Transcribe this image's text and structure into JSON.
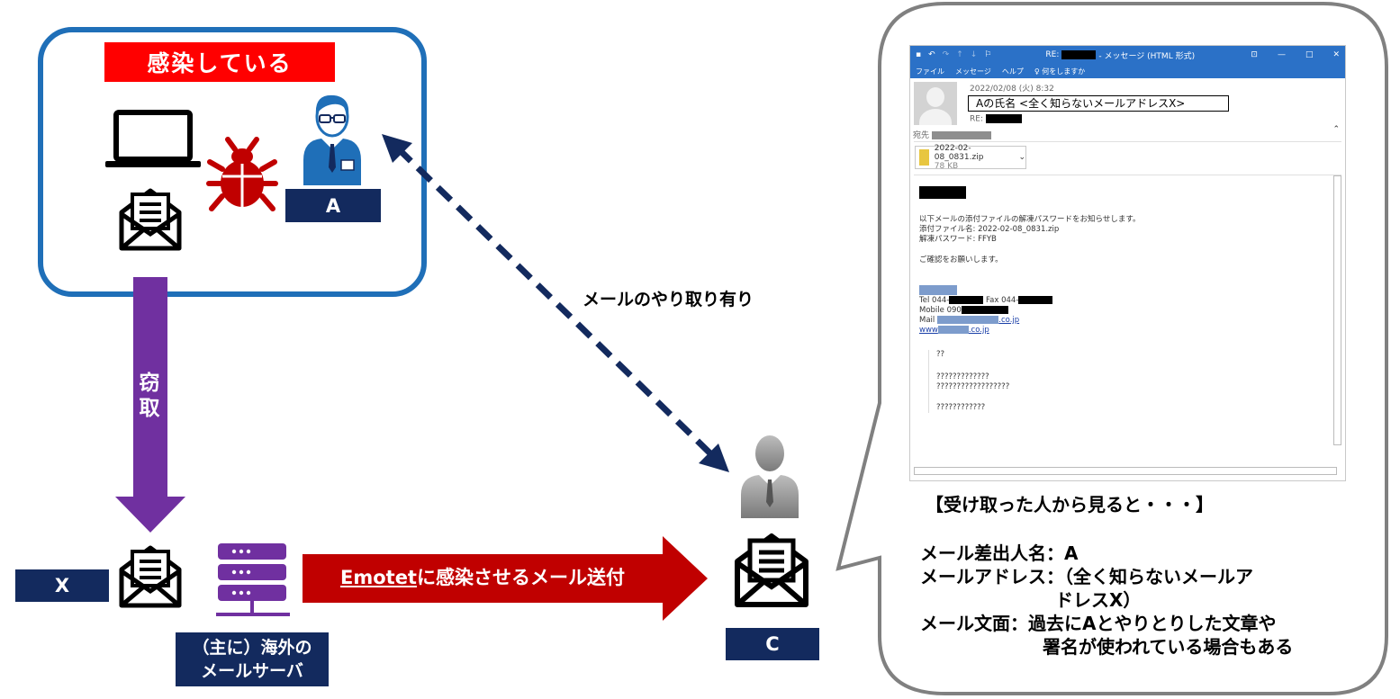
{
  "infected_box": {
    "label": "感染している"
  },
  "labels": {
    "a": "A",
    "x": "X",
    "c": "C"
  },
  "arrows": {
    "steal": "窃取",
    "exchange": "メールのやり取り有り",
    "send_prefix": "Emotet",
    "send_suffix": "に感染させるメール送付"
  },
  "server": {
    "line1": "（主に）海外の",
    "line2": "メールサーバ"
  },
  "email_window": {
    "title_prefix": "RE:",
    "title_suffix": "- メッセージ (HTML 形式)",
    "menu": [
      "ファイル",
      "メッセージ",
      "ヘルプ",
      "何をしますか"
    ],
    "date": "2022/02/08 (火) 8:32",
    "sender": "Aの氏名 <全く知らないメールアドレスX>",
    "subject_prefix": "RE:",
    "to_label": "宛先",
    "attachment_name": "2022-02-08_0831.zip",
    "attachment_size": "78 KB",
    "body_line1": "以下メールの添付ファイルの解凍パスワードをお知らせします。",
    "body_line2": "添付ファイル名: 2022-02-08_0831.zip",
    "body_line3": "解凍パスワード: FFYB",
    "body_line4": "ご確認をお願いします。",
    "tel_prefix": "Tel 044-",
    "fax_prefix": "Fax 044-",
    "mobile_prefix": "Mobile 090",
    "mail_prefix": "Mail",
    "mail_suffix": ".co.jp",
    "www_prefix": "www",
    "www_suffix": ".co.jp",
    "quoted1": "??",
    "quoted2": "?????????????",
    "quoted3": "??????????????????",
    "quoted4": "????????????"
  },
  "callout": {
    "heading": "【受け取った人から見ると・・・】",
    "line1": "メール差出人名：A",
    "line2": "メールアドレス：（全く知らないメールア",
    "line3": "ドレスX）",
    "line4": "メール文面：過去にAとやりとりした文章や",
    "line5": "署名が使われている場合もある"
  },
  "colors": {
    "infected_border": "#1f6fb8",
    "infected_label": "#ff0000",
    "navy": "#132a5e",
    "steal_arrow": "#7030a0",
    "send_arrow": "#c00000",
    "dashed_arrow": "#132a5e",
    "bug": "#c00000",
    "server": "#7030a0"
  }
}
